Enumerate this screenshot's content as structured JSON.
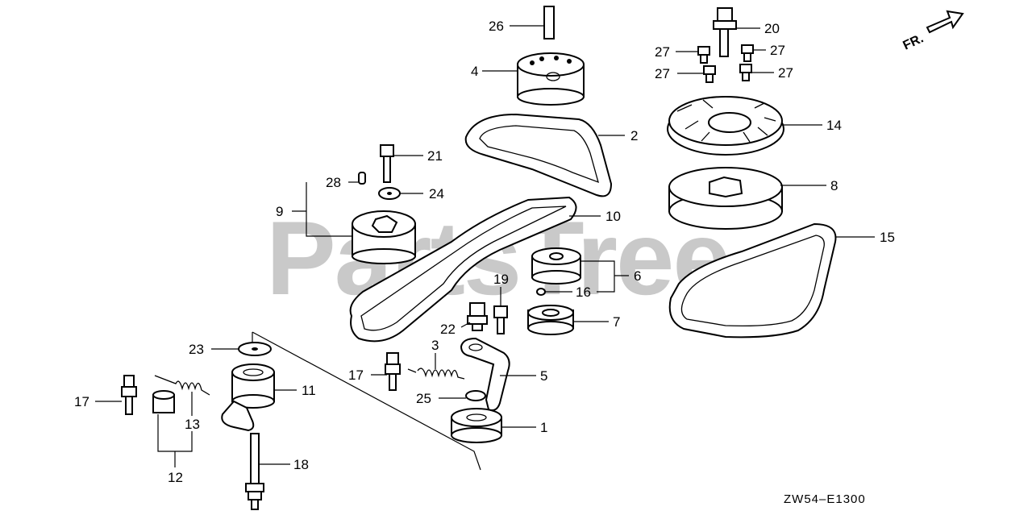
{
  "watermark": "PartsTree",
  "diagram_code": "ZW54–E1300",
  "front_indicator": "FR.",
  "callouts": {
    "c1": "1",
    "c2": "2",
    "c3": "3",
    "c4": "4",
    "c5": "5",
    "c6": "6",
    "c7": "7",
    "c8": "8",
    "c9": "9",
    "c10": "10",
    "c11": "11",
    "c12": "12",
    "c13": "13",
    "c14": "14",
    "c15": "15",
    "c16": "16",
    "c17a": "17",
    "c17b": "17",
    "c18": "18",
    "c19": "19",
    "c20": "20",
    "c21": "21",
    "c22": "22",
    "c23": "23",
    "c24": "24",
    "c25": "25",
    "c26": "26",
    "c27a": "27",
    "c27b": "27",
    "c27c": "27",
    "c27d": "27",
    "c28": "28"
  }
}
